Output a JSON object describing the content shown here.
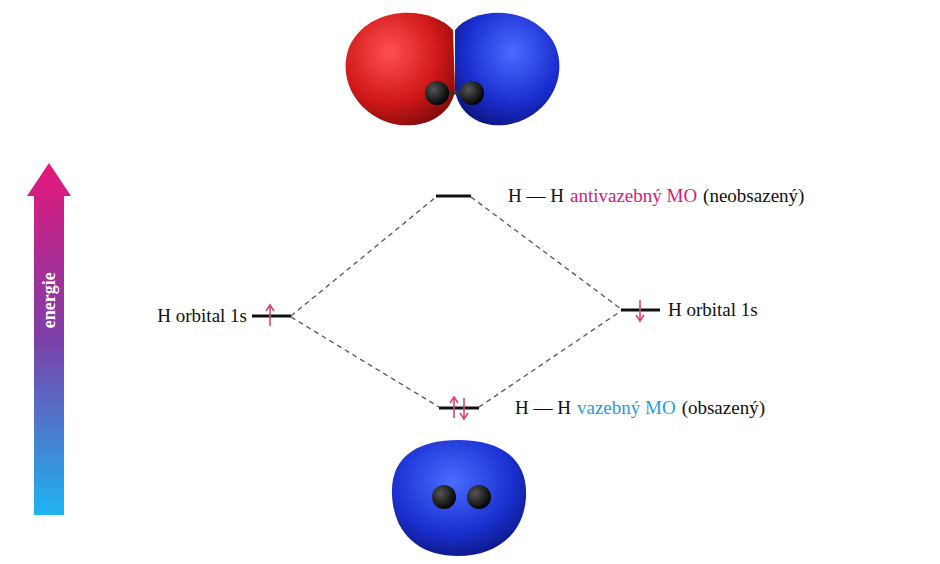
{
  "diagram": {
    "labels": [
      "energie",
      "H orbital 1s",
      "H orbital 1s",
      "H — H",
      "antivazebný MO",
      "(neobsazený)",
      "H — H",
      "vazebný MO",
      "(obsazený)"
    ]
  }
}
